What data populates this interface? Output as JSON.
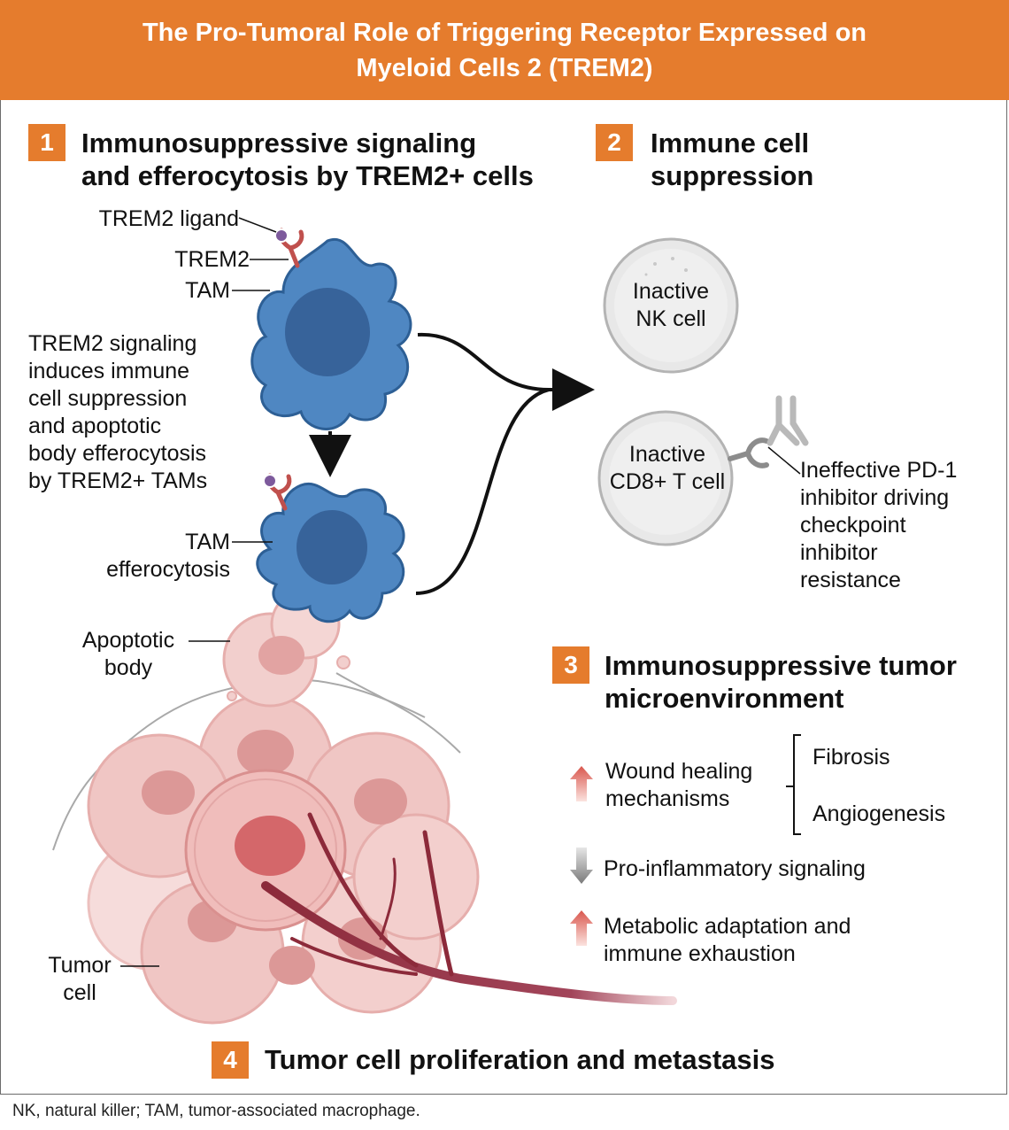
{
  "header": {
    "line1": "The Pro-Tumoral Role of Triggering Receptor Expressed on",
    "line2": "Myeloid Cells 2 (TREM2)"
  },
  "colors": {
    "accent": "#e57c2d",
    "tam": "#4f87c2",
    "tam_nucleus": "#37639a",
    "tumor": "#f0c6c4",
    "vessel": "#8c2a3a"
  },
  "section1": {
    "number": "1",
    "title_line1": "Immunosuppressive signaling",
    "title_line2": "and efferocytosis by TREM2+ cells",
    "labels": {
      "trem2_ligand": "TREM2 ligand",
      "trem2": "TREM2",
      "tam": "TAM",
      "desc": [
        "TREM2 signaling",
        "induces immune",
        "cell suppression",
        "and apoptotic",
        "body efferocytosis",
        "by TREM2+ TAMs"
      ],
      "tam_eff_1": "TAM",
      "tam_eff_2": "efferocytosis",
      "apop_1": "Apoptotic",
      "apop_2": "body",
      "tumor_1": "Tumor",
      "tumor_2": "cell"
    }
  },
  "section2": {
    "number": "2",
    "title_line1": "Immune cell",
    "title_line2": "suppression",
    "nk_1": "Inactive",
    "nk_2": "NK cell",
    "cd8_1": "Inactive",
    "cd8_2": "CD8+ T cell",
    "pd1": [
      "Ineffective PD-1",
      "inhibitor driving",
      "checkpoint",
      "inhibitor",
      "resistance"
    ]
  },
  "section3": {
    "number": "3",
    "title_line1": "Immunosuppressive tumor",
    "title_line2": "microenvironment",
    "wound_1": "Wound healing",
    "wound_2": "mechanisms",
    "fibrosis": "Fibrosis",
    "angiogenesis": "Angiogenesis",
    "proinflam": "Pro-inflammatory signaling",
    "metabolic_1": "Metabolic adaptation and",
    "metabolic_2": "immune exhaustion"
  },
  "section4": {
    "number": "4",
    "title": "Tumor cell proliferation and metastasis"
  },
  "footnote": "NK, natural killer; TAM, tumor-associated macrophage."
}
